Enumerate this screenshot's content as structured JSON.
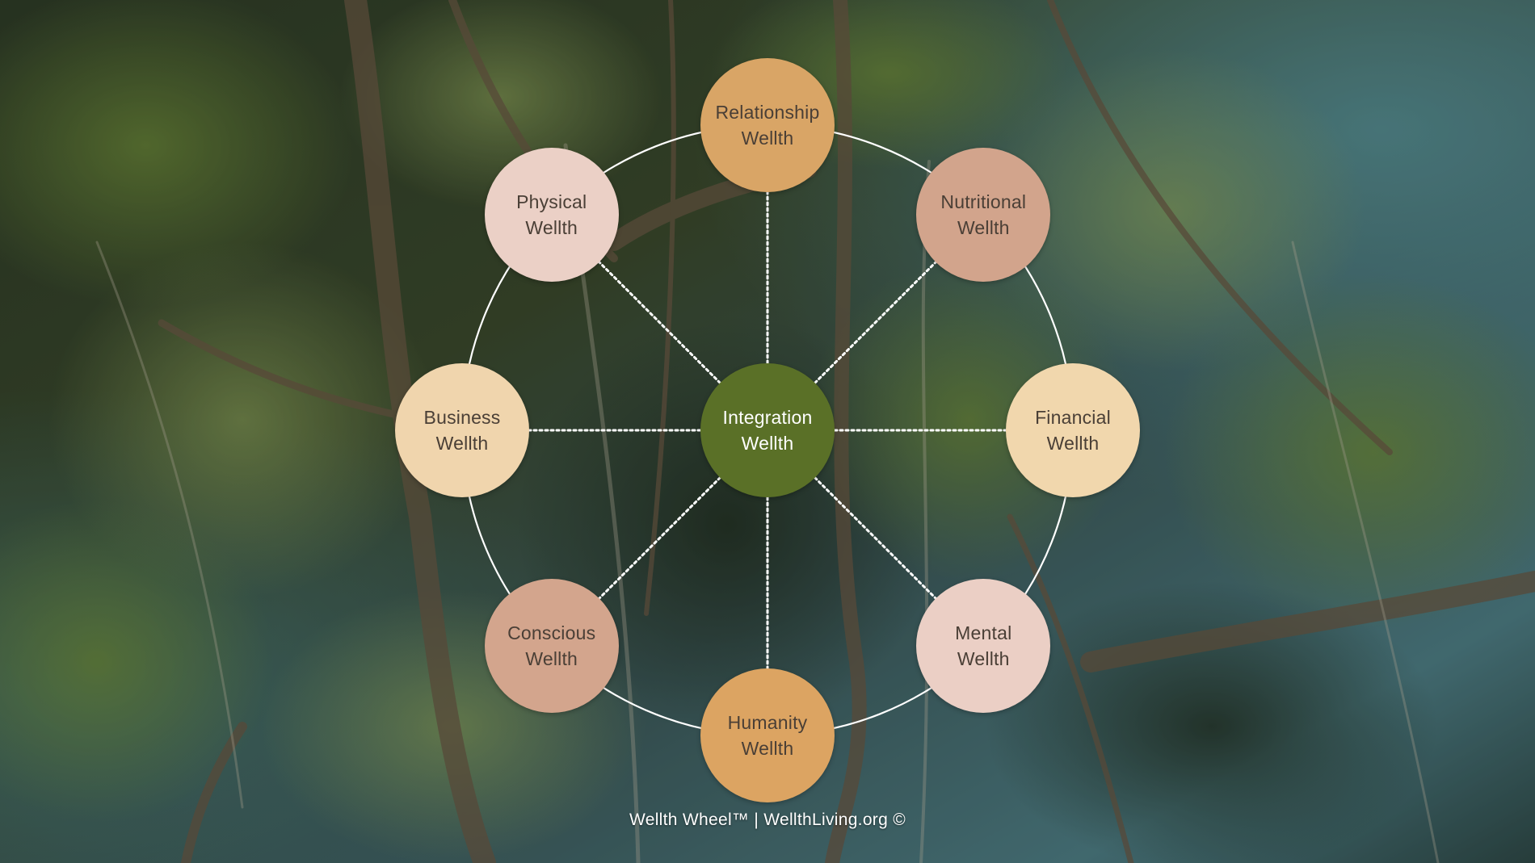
{
  "diagram": {
    "center": {
      "label": "Integration\nWellth",
      "color": "#5a7027"
    },
    "nodes": [
      {
        "label": "Relationship\nWellth",
        "color": "#d9a566"
      },
      {
        "label": "Nutritional\nWellth",
        "color": "#d2a48c"
      },
      {
        "label": "Financial\nWellth",
        "color": "#f1d7ad"
      },
      {
        "label": "Mental\nWellth",
        "color": "#ebcfc5"
      },
      {
        "label": "Humanity\nWellth",
        "color": "#dca462"
      },
      {
        "label": "Conscious\nWellth",
        "color": "#d3a58d"
      },
      {
        "label": "Business\nWellth",
        "color": "#f0d5ad"
      },
      {
        "label": "Physical\nWellth",
        "color": "#ebd0c6"
      }
    ]
  },
  "footer": {
    "text": "Wellth Wheel™ | WellthLiving.org ©"
  }
}
